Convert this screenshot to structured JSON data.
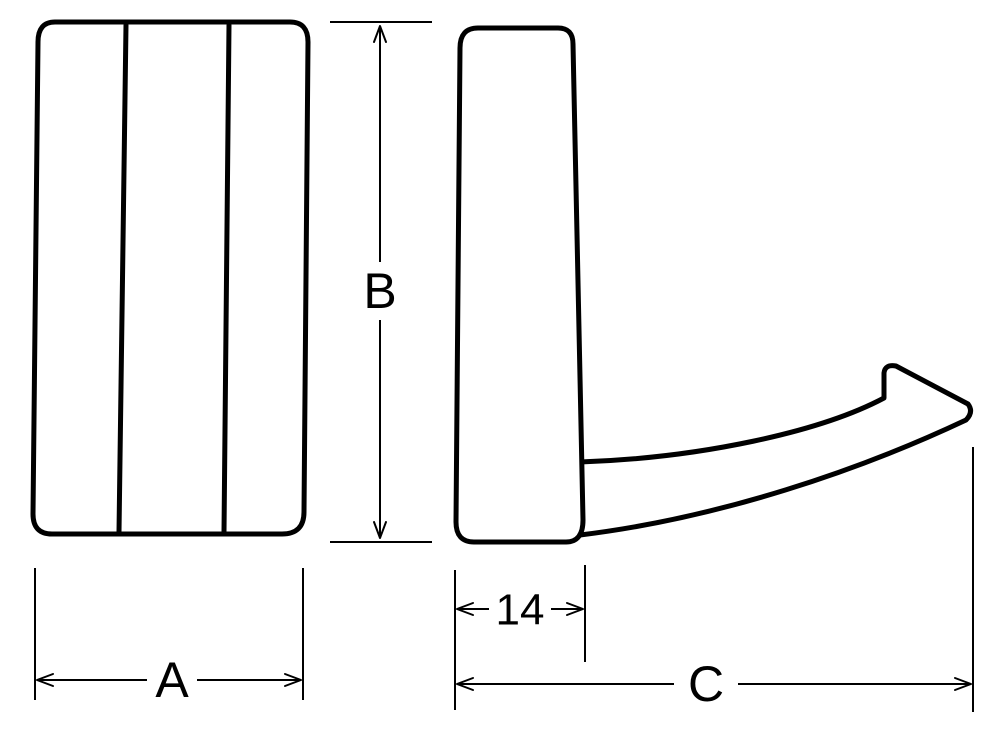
{
  "dimensions": {
    "a": "A",
    "b": "B",
    "c": "C",
    "plate_thickness": "14"
  },
  "colors": {
    "line": "#000000",
    "background": "#ffffff"
  }
}
